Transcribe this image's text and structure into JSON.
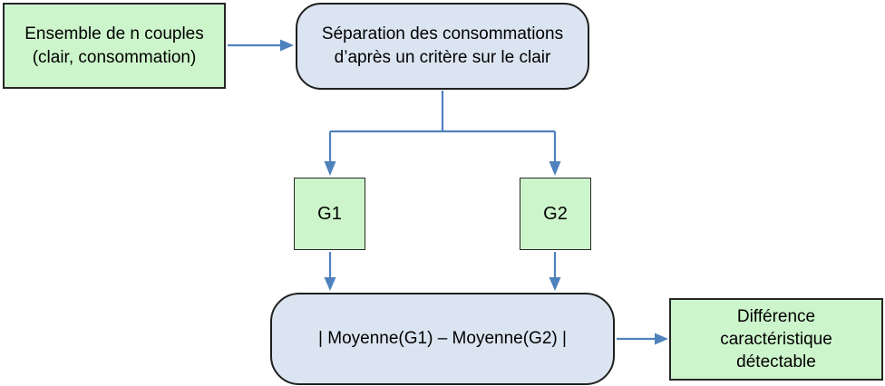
{
  "diagram": {
    "nodes": {
      "ensemble": {
        "lines": [
          "Ensemble de n couples",
          "(clair, consommation)"
        ]
      },
      "separation": {
        "lines": [
          "Séparation des consommations",
          "d’après un critère sur le clair"
        ]
      },
      "g1": {
        "label": "G1"
      },
      "g2": {
        "label": "G2"
      },
      "moyenne": {
        "label": "| Moyenne(G1) – Moyenne(G2) |"
      },
      "difference": {
        "lines": [
          "Différence",
          "caractéristique",
          "détectable"
        ]
      }
    },
    "colors": {
      "green_fill": "#cdf5cb",
      "blue_fill": "#dbe5f1",
      "arrow_blue": "#4f81bd",
      "border_dark": "#1f1f1f"
    }
  }
}
